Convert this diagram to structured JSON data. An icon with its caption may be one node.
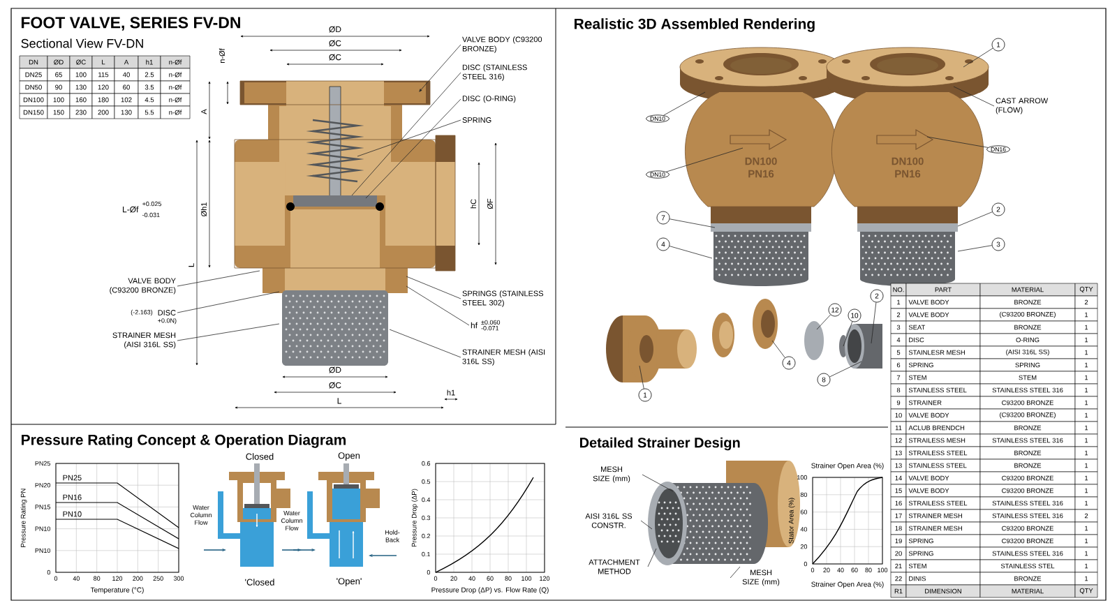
{
  "diagram": {
    "title": "FOOT VALVE, SERIES FV-DN",
    "nodes": [
      {
        "text": [
          "VALVE BODY (C93200 BRONZE)"
        ]
      },
      {
        "text": [
          "DISC (STAINLESS STEEL 316)"
        ]
      },
      {
        "text": [
          "DISC (O-RING)"
        ]
      },
      {
        "text": [
          "SPRING"
        ]
      },
      {
        "text": [
          "VALVE BODY (C93200 BRONZE)"
        ]
      },
      {
        "text": [
          "DISC"
        ],
        "beside": [
          "(-2.163)",
          "+0.0N)"
        ]
      },
      {
        "text": [
          "STRAINER MESH (AISI 316L SS)"
        ]
      },
      {
        "text": [
          "SPRINGS (STAINLESS STEEL 302)"
        ]
      },
      {
        "text": [
          "hf"
        ],
        "beside": [
          "±0.060",
          "-0.071"
        ]
      },
      {
        "text": [
          "STRAINER MESH (AISI 316L SS)"
        ]
      },
      {
        "text": [
          "1"
        ]
      },
      {
        "text": [
          "CAST ARROW (FLOW)"
        ]
      },
      {
        "text": [
          "DN10"
        ]
      },
      {
        "text": [
          "DN10"
        ]
      },
      {
        "text": [
          "DN16"
        ]
      },
      {
        "text": [
          "7"
        ]
      },
      {
        "text": [
          "4"
        ]
      },
      {
        "text": [
          "2"
        ]
      },
      {
        "text": [
          "3"
        ]
      },
      {
        "text": [
          "2"
        ]
      },
      {
        "text": [
          "12"
        ]
      },
      {
        "text": [
          "10"
        ]
      },
      {
        "text": [
          "1"
        ]
      },
      {
        "text": [
          "4"
        ]
      },
      {
        "text": [
          "8"
        ]
      },
      {
        "text": [
          "MESH SIZE (mm)"
        ]
      },
      {
        "text": [
          "AISI 316L SS CONSTR."
        ]
      },
      {
        "text": [
          "ATTACHMENT METHOD"
        ]
      },
      {
        "text": [
          "MESH SIZE (mm)"
        ]
      },
      {
        "text": [
          "DN100 PN16"
        ]
      },
      {
        "text": [
          "DN100 PN16"
        ]
      }
    ],
    "edges": [
      {
        "from": 0,
        "to": null,
        "arrow": "to"
      },
      {
        "from": 1,
        "to": null,
        "arrow": "none"
      },
      {
        "from": 2,
        "to": null,
        "arrow": "none"
      },
      {
        "from": 3,
        "to": null,
        "arrow": "none"
      },
      {
        "from": 4,
        "to": null,
        "arrow": "none"
      },
      {
        "from": 5,
        "to": null,
        "arrow": "none"
      },
      {
        "from": 6,
        "to": null,
        "arrow": "none"
      },
      {
        "from": 7,
        "to": null,
        "arrow": "none"
      },
      {
        "from": 8,
        "to": null,
        "arrow": "none"
      },
      {
        "from": 9,
        "to": null,
        "arrow": "none"
      },
      {
        "from": 10,
        "to": 30,
        "arrow": "none"
      },
      {
        "from": 11,
        "to": 30,
        "arrow": "none"
      },
      {
        "from": 12,
        "to": 29,
        "arrow": "none"
      },
      {
        "from": 13,
        "to": 29,
        "arrow": "none"
      },
      {
        "from": 14,
        "to": 30,
        "arrow": "none"
      },
      {
        "from": 15,
        "to": 29,
        "arrow": "none"
      },
      {
        "from": 16,
        "to": 29,
        "arrow": "none"
      },
      {
        "from": 17,
        "to": 30,
        "arrow": "none"
      },
      {
        "from": 18,
        "to": 30,
        "arrow": "none"
      },
      {
        "from": 19,
        "to": null,
        "arrow": "none"
      },
      {
        "from": 20,
        "to": null,
        "arrow": "none"
      },
      {
        "from": 21,
        "to": null,
        "arrow": "none"
      },
      {
        "from": 22,
        "to": null,
        "arrow": "none"
      },
      {
        "from": 23,
        "to": null,
        "arrow": "none"
      },
      {
        "from": 24,
        "to": null,
        "arrow": "none"
      },
      {
        "from": 25,
        "to": null,
        "arrow": "none"
      },
      {
        "from": 26,
        "to": null,
        "arrow": "none"
      },
      {
        "from": 27,
        "to": null,
        "arrow": "none"
      },
      {
        "from": 28,
        "to": null,
        "arrow": "none"
      }
    ],
    "labels": [
      "Sectional View FV-DN",
      "DN",
      "ØD",
      "ØC",
      "L",
      "A",
      "h1",
      "n-Øf",
      "DN25",
      "65",
      "100",
      "115",
      "40",
      "2.5",
      "n-Øf",
      "DN50",
      "90",
      "130",
      "120",
      "60",
      "3.5",
      "n-Øf",
      "DN100",
      "100",
      "160",
      "180",
      "102",
      "4.5",
      "n-Øf",
      "DN150",
      "150",
      "230",
      "200",
      "130",
      "5.5",
      "n-Øf",
      "ØD",
      "ØC",
      "ØC",
      "n-Øf",
      "A",
      "L-Øf",
      "+0.025",
      "-0.031",
      "Øh1",
      "L",
      "hC",
      "ØF",
      "ØD",
      "ØC",
      "L",
      "h1",
      "Realistic 3D Assembled Rendering",
      "NO.",
      "PART",
      "MATERIAL",
      "QTY",
      "1",
      "VALVE BODY",
      "BRONZE",
      "2",
      "2",
      "VALVE BODY",
      "(C93200 BRONZE)",
      "1",
      "3",
      "SEAT",
      "BRONZE",
      "1",
      "4",
      "DISC",
      "O-RING",
      "1",
      "5",
      "STAINLESR MESH",
      "(AISI 316L SS)",
      "1",
      "6",
      "SPRING",
      "SPRING",
      "1",
      "7",
      "STEM",
      "STEM",
      "1",
      "8",
      "STAINLESS STEEL",
      "STAINLESS STEEL 316",
      "1",
      "9",
      "STRAINER",
      "C93200 BRONZE",
      "1",
      "10",
      "VALVE BODY",
      "(C93200 BRONZE)",
      "1",
      "11",
      "ACLUB BRENDCH",
      "BRONZE",
      "1",
      "12",
      "STRAILESS MESH",
      "STAINLESS STEEL 316",
      "1",
      "13",
      "STRAILESS STEEL",
      "BRONZE",
      "1",
      "13",
      "STAINLESS STEEL",
      "BRONZE",
      "1",
      "14",
      "VALVE BODY",
      "C93200 BRONZE",
      "1",
      "15",
      "VALVE BODY",
      "C93200 BRONZE",
      "1",
      "16",
      "STRAILESS STEEL",
      "STAINLESS STEEL 316",
      "1",
      "17",
      "STRAINER MESH",
      "STAINLESS STEEL 316",
      "2",
      "18",
      "STRAINER MESH",
      "C93200 BRONZE",
      "1",
      "19",
      "SPRING",
      "C93200 BRONZE",
      "1",
      "20",
      "SPRING",
      "STAINLESS STEEL 316",
      "1",
      "21",
      "STEM",
      "STAINLESS STEL",
      "1",
      "22",
      "DINIS",
      "BRONZE",
      "1",
      "R1",
      "DIMENSION",
      "MATERIAL",
      "QTY",
      "Pressure Rating Concept & Operation Diagram",
      "PN25",
      "PN20",
      "PN15",
      "PN10",
      "PN10",
      "0",
      "Pressure Rating PN",
      "PN25",
      "PN16",
      "PN10",
      "0",
      "40",
      "80",
      "120",
      "200",
      "250",
      "300",
      "Temperature (°C)",
      "Closed",
      "Open",
      "Water Column Flow",
      "Water Column Flow",
      "Hold-Back",
      "'Closed",
      "'Open'",
      "0.6",
      "0.5",
      "0.4",
      "0.3",
      "0.2",
      "0.1",
      "0",
      "Pressure Drop (ΔP)",
      "0",
      "20",
      "40",
      "60",
      "80",
      "100",
      "120",
      "Pressure Drop (ΔP) vs. Flow Rate (Q)",
      "Detailed Strainer Design",
      "Strainer Open Area (%)",
      "100",
      "80",
      "60",
      "40",
      "20",
      "0",
      "Stator Area (%)",
      "0",
      "20",
      "40",
      "60",
      "80",
      "100",
      "Strainer Open Area (%)"
    ]
  }
}
